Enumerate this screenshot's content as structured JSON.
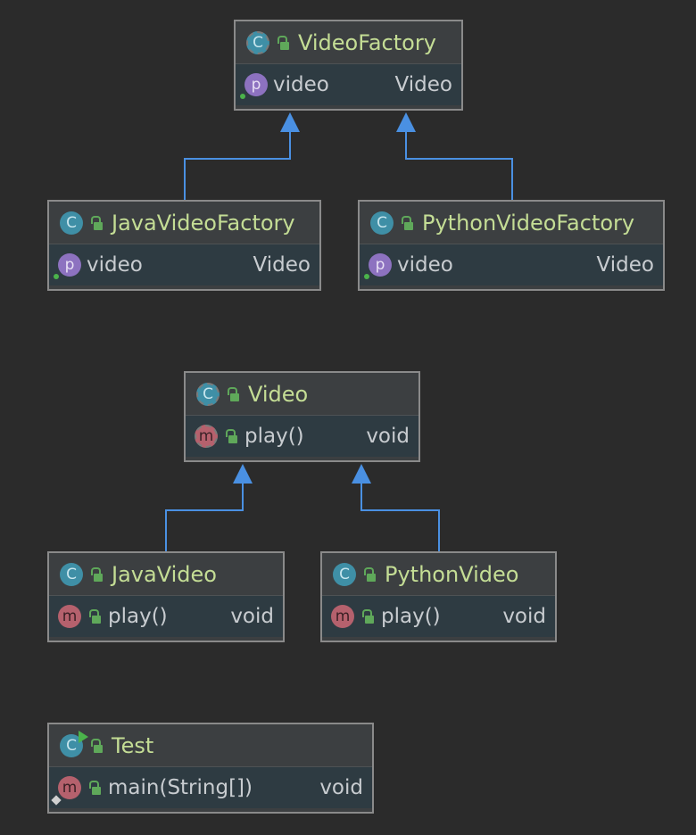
{
  "diagram": {
    "classes": [
      {
        "id": "videofactory",
        "name": "VideoFactory",
        "kind": "abstract",
        "members": [
          {
            "kind": "property",
            "name": "video",
            "type": "Video"
          }
        ]
      },
      {
        "id": "javavideofactory",
        "name": "JavaVideoFactory",
        "kind": "class",
        "members": [
          {
            "kind": "property",
            "name": "video",
            "type": "Video"
          }
        ]
      },
      {
        "id": "pythonvideofactory",
        "name": "PythonVideoFactory",
        "kind": "class",
        "members": [
          {
            "kind": "property",
            "name": "video",
            "type": "Video"
          }
        ]
      },
      {
        "id": "video",
        "name": "Video",
        "kind": "abstract",
        "members": [
          {
            "kind": "abstract-method",
            "name": "play()",
            "type": "void"
          }
        ]
      },
      {
        "id": "javavideo",
        "name": "JavaVideo",
        "kind": "class",
        "members": [
          {
            "kind": "method",
            "name": "play()",
            "type": "void"
          }
        ]
      },
      {
        "id": "pythonvideo",
        "name": "PythonVideo",
        "kind": "class",
        "members": [
          {
            "kind": "method",
            "name": "play()",
            "type": "void"
          }
        ]
      },
      {
        "id": "test",
        "name": "Test",
        "kind": "runnable",
        "members": [
          {
            "kind": "static-method",
            "name": "main(String[])",
            "type": "void"
          }
        ]
      }
    ],
    "edges": [
      {
        "from": "javavideofactory",
        "to": "videofactory",
        "type": "extends"
      },
      {
        "from": "pythonvideofactory",
        "to": "videofactory",
        "type": "extends"
      },
      {
        "from": "javavideo",
        "to": "video",
        "type": "extends"
      },
      {
        "from": "pythonvideo",
        "to": "video",
        "type": "extends"
      }
    ],
    "colors": {
      "background": "#2b2b2b",
      "node_border": "#8a8a8a",
      "header_bg": "#3c3f41",
      "member_bg": "#2e3b42",
      "class_name": "#c4dd95",
      "member_text": "#c8ccd0",
      "edge": "#4a90e2"
    },
    "icons": {
      "class": "class-c-icon",
      "abstract": "abstract-class-icon",
      "runnable": "runnable-class-icon",
      "property": "property-p-icon",
      "method": "method-m-icon",
      "visibility": "public-lock-icon"
    }
  }
}
